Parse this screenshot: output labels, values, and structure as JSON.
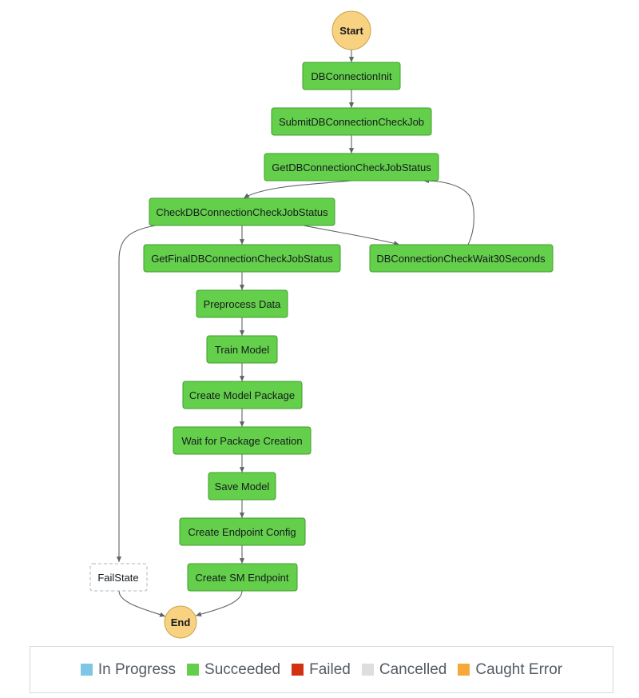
{
  "colors": {
    "succeeded": "#64cf4a",
    "terminal": "#f9d281",
    "fail_state_bg": "#ffffff",
    "edge": "#5f6368"
  },
  "nodes": {
    "start": "Start",
    "db_connection_init": "DBConnectionInit",
    "submit_check_job": "SubmitDBConnectionCheckJob",
    "get_check_job_status": "GetDBConnectionCheckJobStatus",
    "check_job_status": "CheckDBConnectionCheckJobStatus",
    "get_final_status": "GetFinalDBConnectionCheckJobStatus",
    "wait_30_seconds": "DBConnectionCheckWait30Seconds",
    "preprocess_data": "Preprocess Data",
    "train_model": "Train Model",
    "create_model_package": "Create Model Package",
    "wait_for_package": "Wait for Package Creation",
    "save_model": "Save Model",
    "create_endpoint_config": "Create Endpoint Config",
    "create_sm_endpoint": "Create SM Endpoint",
    "fail_state": "FailState",
    "end": "End"
  },
  "legend": {
    "items": [
      {
        "label": "In Progress",
        "color": "#7ec6e6"
      },
      {
        "label": "Succeeded",
        "color": "#64cf4a"
      },
      {
        "label": "Failed",
        "color": "#d13212"
      },
      {
        "label": "Cancelled",
        "color": "#dedede"
      },
      {
        "label": "Caught Error",
        "color": "#f6a83a"
      }
    ]
  }
}
